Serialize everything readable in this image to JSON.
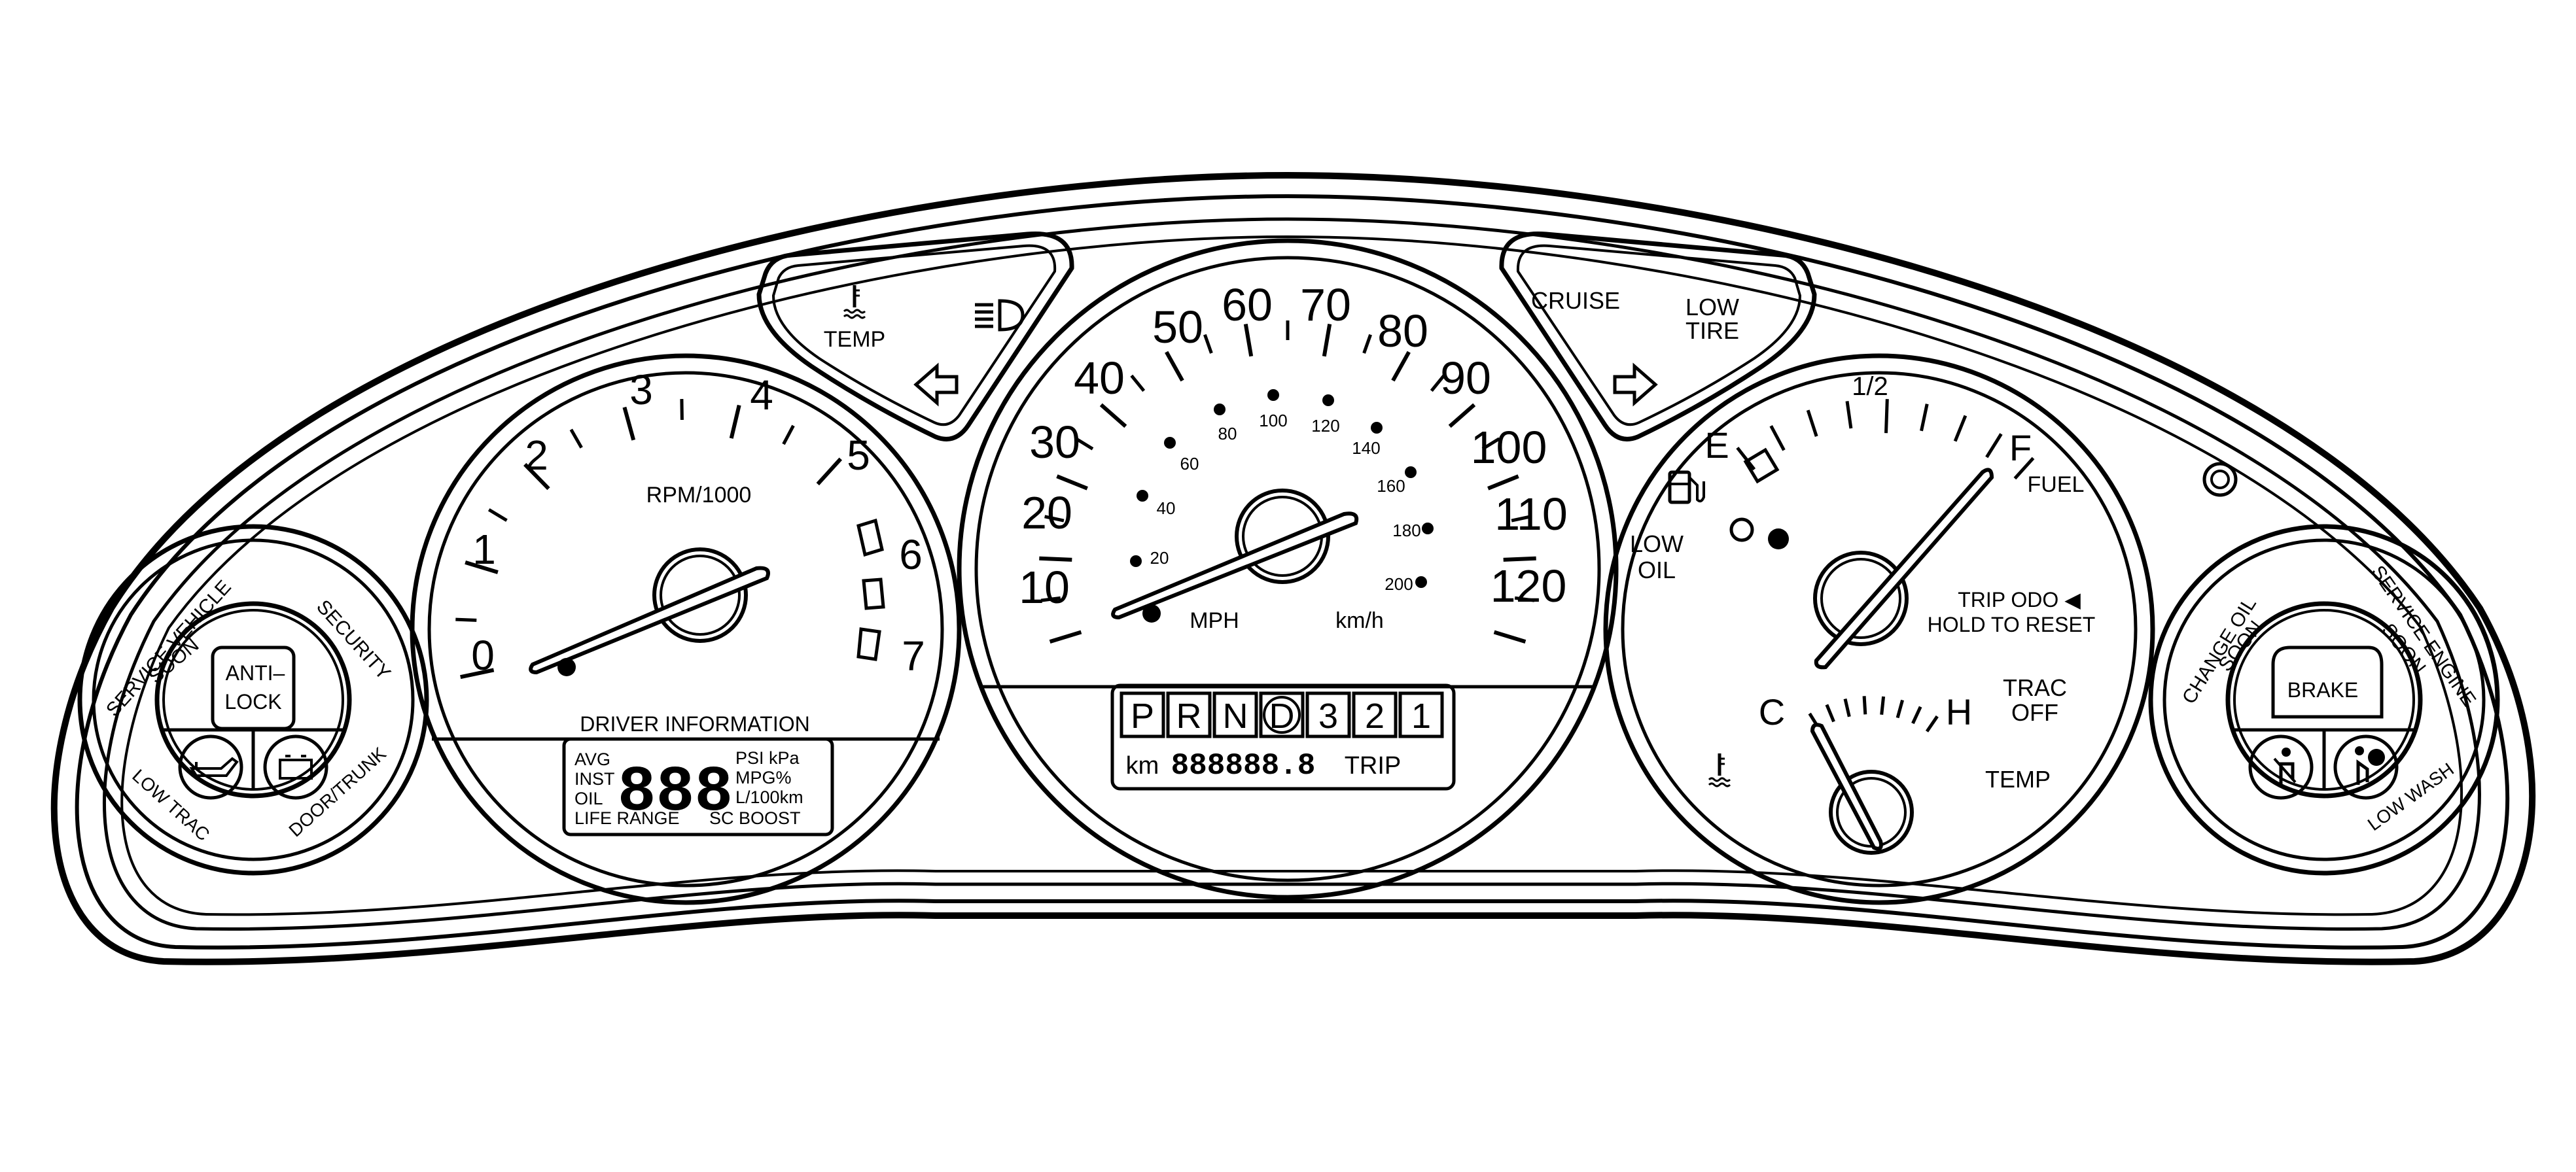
{
  "colors": {
    "ink": "#000000",
    "paper": "#ffffff"
  },
  "left_pod": {
    "service_vehicle_line1": "SERVICE VEHICLE",
    "service_vehicle_line2": "SOON",
    "security": "SECURITY",
    "antilock_line1": "ANTI–",
    "antilock_line2": "LOCK",
    "low_trac": "LOW TRAC",
    "door_trunk": "DOOR/TRUNK",
    "icons": [
      "oil-can-icon",
      "battery-icon"
    ]
  },
  "top_left_panel": {
    "temp": "TEMP",
    "icons": [
      "coolant-temp-icon",
      "high-beam-icon",
      "left-turn-arrow-icon"
    ]
  },
  "top_right_panel": {
    "cruise": "CRUISE",
    "low_tire_line1": "LOW",
    "low_tire_line2": "TIRE",
    "icons": [
      "right-turn-arrow-icon"
    ]
  },
  "tachometer": {
    "unit": "RPM/1000",
    "scale": [
      "0",
      "1",
      "2",
      "3",
      "4",
      "5",
      "6",
      "7"
    ],
    "driver_information": "DRIVER INFORMATION",
    "dic_left": [
      "AVG",
      "INST",
      "OIL",
      "LIFE RANGE"
    ],
    "dic_digits": "888",
    "dic_right": [
      "PSI kPa",
      "MPG%",
      "L/100km"
    ],
    "dic_boost": "SC BOOST"
  },
  "speedometer": {
    "mph_scale": [
      "10",
      "20",
      "30",
      "40",
      "50",
      "60",
      "70",
      "80",
      "90",
      "100",
      "110",
      "120"
    ],
    "kmh_scale": [
      "20",
      "40",
      "60",
      "80",
      "100",
      "120",
      "140",
      "160",
      "180",
      "200"
    ],
    "mph_label": "MPH",
    "kmh_label": "km/h",
    "prnd": [
      "P",
      "R",
      "N",
      "D",
      "3",
      "2",
      "1"
    ],
    "km_label": "km",
    "odometer": "888888.8",
    "trip_label": "TRIP"
  },
  "fuel_temp": {
    "fuel_marks": [
      "E",
      "1/2",
      "F"
    ],
    "fuel_label": "FUEL",
    "low_oil_line1": "LOW",
    "low_oil_line2": "OIL",
    "trip_odo": "TRIP ODO ◀",
    "hold_reset": "HOLD TO RESET",
    "trac_line1": "TRAC",
    "trac_line2": "OFF",
    "temp_marks": [
      "C",
      "H"
    ],
    "temp_label": "TEMP",
    "icons": [
      "fuel-pump-icon",
      "coolant-temp-icon"
    ]
  },
  "right_pod": {
    "change_oil_line1": "CHANGE OIL",
    "change_oil_line2": "SOON",
    "service_engine_line1": "SERVICE ENGINE",
    "service_engine_line2": "SOON",
    "brake": "BRAKE",
    "low_wash": "LOW WASH",
    "icons": [
      "seatbelt-icon",
      "airbag-icon"
    ]
  }
}
